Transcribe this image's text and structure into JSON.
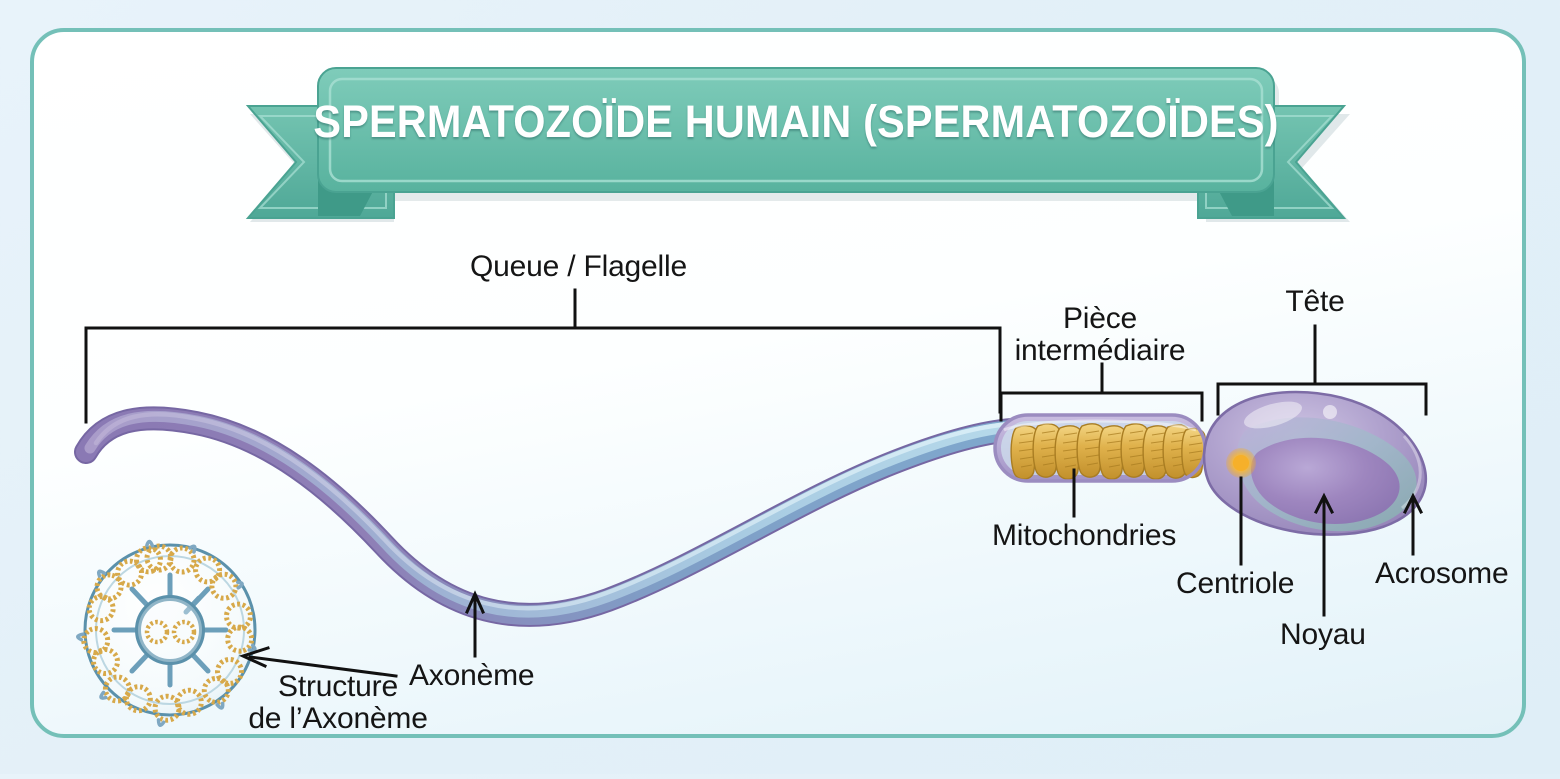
{
  "banner": {
    "title": "SPERMATOZOÏDE HUMAIN (SPERMATOZOÏDES)",
    "fill_color": "#6dc0ad",
    "fold_color": "#4fa897",
    "text_color": "#ffffff"
  },
  "frame": {
    "border_color": "#74c0b8",
    "background_color": "#ffffff"
  },
  "labels": {
    "tail": "Queue / Flagelle",
    "midpiece": "Pièce\nintermédiaire",
    "head": "Tête",
    "mitochondria": "Mitochondries",
    "centriole": "Centriole",
    "nucleus": "Noyau",
    "acrosome": "Acrosome",
    "axoneme": "Axonème",
    "axoneme_structure": "Structure\nde l’Axonème"
  },
  "colors": {
    "tail_purple": "#7d6fae",
    "tail_blue": "#7ea6cf",
    "tail_highlight": "#b9d8ea",
    "mitochondria_gold": "#d9a93c",
    "mitochondria_gold_light": "#f0cf74",
    "nucleus_purple": "#a494c8",
    "nucleus_deep": "#8f7bb5",
    "acrosome_teal": "#8fb9bd",
    "centriole_orange": "#f4b83c",
    "membrane_lilac": "#b6a9d4",
    "axoneme_ring": "#5b91ab",
    "leader_line": "#111111"
  },
  "diagram": {
    "type": "labeled-anatomy-illustration",
    "subject": "human spermatozoon",
    "language": "fr",
    "regions": [
      {
        "name": "Queue / Flagelle",
        "kind": "bracket"
      },
      {
        "name": "Pièce intermédiaire",
        "kind": "bracket"
      },
      {
        "name": "Tête",
        "kind": "bracket"
      }
    ],
    "callouts": [
      {
        "name": "Mitochondries",
        "kind": "line"
      },
      {
        "name": "Centriole",
        "kind": "arrow"
      },
      {
        "name": "Noyau",
        "kind": "arrow"
      },
      {
        "name": "Acrosome",
        "kind": "arrow"
      },
      {
        "name": "Axonème",
        "kind": "line"
      },
      {
        "name": "Structure de l’Axonème",
        "kind": "arrow"
      }
    ],
    "axoneme": {
      "arrangement": "9+2",
      "outer_doublets": 9,
      "central_singlets": 2
    },
    "mitochondria_count": 9
  }
}
